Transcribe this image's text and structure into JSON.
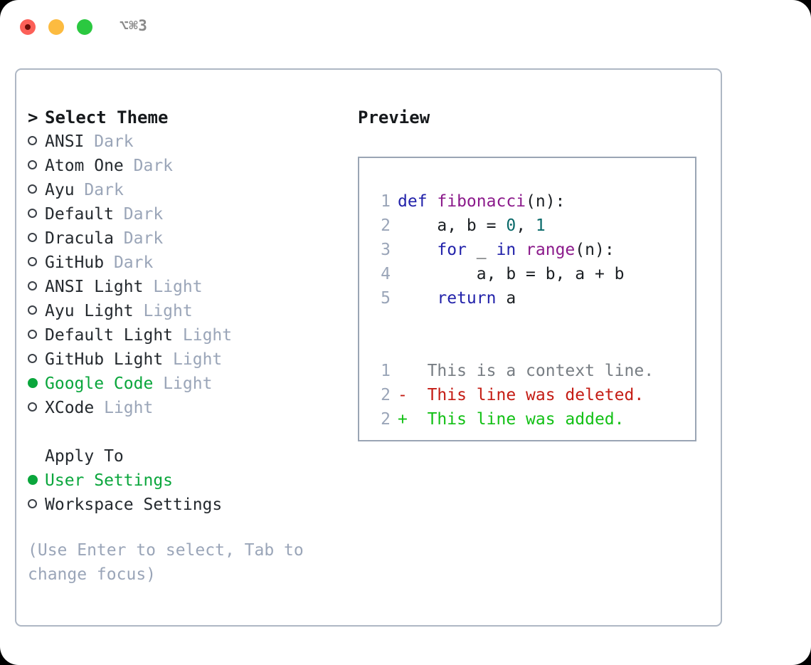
{
  "window": {
    "title": "⌥⌘3",
    "traffic_lights": [
      {
        "name": "close",
        "color": "#fc6058"
      },
      {
        "name": "minimize",
        "color": "#fcbb40"
      },
      {
        "name": "maximize",
        "color": "#2bc840"
      }
    ]
  },
  "theme_picker": {
    "heading_prefix": "> ",
    "heading": "Select Theme",
    "items": [
      {
        "marker": "○",
        "label": "ANSI",
        "tag": "Dark",
        "selected": false
      },
      {
        "marker": "○",
        "label": "Atom One",
        "tag": "Dark",
        "selected": false
      },
      {
        "marker": "○",
        "label": "Ayu",
        "tag": "Dark",
        "selected": false
      },
      {
        "marker": "○",
        "label": "Default",
        "tag": "Dark",
        "selected": false
      },
      {
        "marker": "○",
        "label": "Dracula",
        "tag": "Dark",
        "selected": false
      },
      {
        "marker": "○",
        "label": "GitHub",
        "tag": "Dark",
        "selected": false
      },
      {
        "marker": "○",
        "label": "ANSI Light",
        "tag": "Light",
        "selected": false
      },
      {
        "marker": "○",
        "label": "Ayu Light",
        "tag": "Light",
        "selected": false
      },
      {
        "marker": "○",
        "label": "Default Light",
        "tag": "Light",
        "selected": false
      },
      {
        "marker": "○",
        "label": "GitHub Light",
        "tag": "Light",
        "selected": false
      },
      {
        "marker": "●",
        "label": "Google Code",
        "tag": "Light",
        "selected": true
      },
      {
        "marker": "○",
        "label": "XCode",
        "tag": "Light",
        "selected": false
      }
    ]
  },
  "apply_to": {
    "heading": "Apply To",
    "options": [
      {
        "marker": "●",
        "label": "User Settings",
        "selected": true
      },
      {
        "marker": "○",
        "label": "Workspace Settings",
        "selected": false
      }
    ]
  },
  "hint_text": "(Use Enter to select, Tab to change focus)",
  "preview": {
    "title": "Preview",
    "code_lines": [
      {
        "number": "1",
        "tokens": [
          {
            "text": "def ",
            "kind": "kw"
          },
          {
            "text": "fibonacci",
            "kind": "fn"
          },
          {
            "text": "(n):",
            "kind": "plain"
          }
        ]
      },
      {
        "number": "2",
        "tokens": [
          {
            "text": "    a, b = ",
            "kind": "plain"
          },
          {
            "text": "0",
            "kind": "num"
          },
          {
            "text": ", ",
            "kind": "plain"
          },
          {
            "text": "1",
            "kind": "num"
          }
        ]
      },
      {
        "number": "3",
        "tokens": [
          {
            "text": "    ",
            "kind": "plain"
          },
          {
            "text": "for",
            "kind": "kw"
          },
          {
            "text": " _ ",
            "kind": "plain"
          },
          {
            "text": "in",
            "kind": "kw"
          },
          {
            "text": " ",
            "kind": "plain"
          },
          {
            "text": "range",
            "kind": "fn"
          },
          {
            "text": "(n):",
            "kind": "plain"
          }
        ]
      },
      {
        "number": "4",
        "tokens": [
          {
            "text": "        a, b = b, a + b",
            "kind": "plain"
          }
        ]
      },
      {
        "number": "5",
        "tokens": [
          {
            "text": "    ",
            "kind": "plain"
          },
          {
            "text": "return",
            "kind": "kw"
          },
          {
            "text": " a",
            "kind": "plain"
          }
        ]
      }
    ],
    "diff_lines": [
      {
        "number": "1",
        "sign": " ",
        "text": "This is a context line.",
        "kind": "ctx"
      },
      {
        "number": "2",
        "sign": "-",
        "text": "This line was deleted.",
        "kind": "del"
      },
      {
        "number": "2",
        "sign": "+",
        "text": "This line was added.",
        "kind": "add"
      }
    ]
  },
  "colors": {
    "accent_green": "#0aa63c",
    "muted_blue_gray": "#9aa5b8",
    "keyword": "#2222aa",
    "function": "#8b1a8b",
    "number": "#0a6a6a",
    "diff_delete": "#c41c14",
    "diff_add": "#12c015",
    "panel_border": "#aeb7c4"
  }
}
